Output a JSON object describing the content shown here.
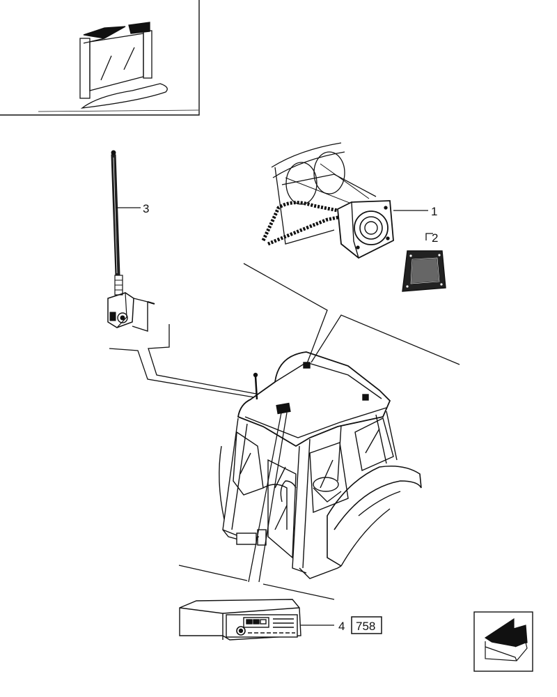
{
  "callouts": [
    {
      "id": "1",
      "label": "1"
    },
    {
      "id": "2",
      "label": "2"
    },
    {
      "id": "3",
      "label": "3"
    },
    {
      "id": "4",
      "label": "4"
    }
  ],
  "page_reference": "758"
}
